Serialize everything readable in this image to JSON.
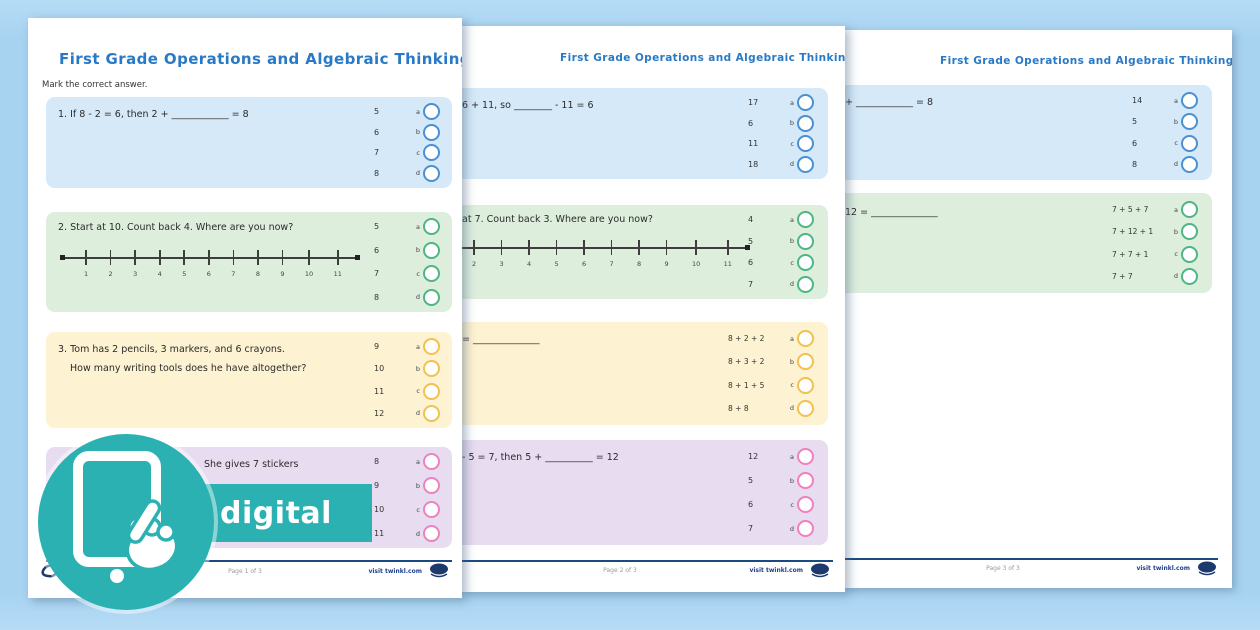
{
  "option_letters": [
    "a",
    "b",
    "c",
    "d"
  ],
  "badge": {
    "label": "digital"
  },
  "colors": {
    "background": "#a7d3f1",
    "teal": "#2cb1b3",
    "title_blue": "#2879c6",
    "box_blue": "#d5e9f8",
    "box_green": "#ddeedd",
    "box_yellow": "#fdf2d1",
    "box_purple": "#e8dcf0",
    "circle_blue": "#4a90d2",
    "circle_green": "#4fb584",
    "circle_yellow": "#f2c14e",
    "circle_pink": "#ee82bc",
    "footer_navy": "#1b4a7e"
  },
  "pages": [
    {
      "title": "First Grade Operations and Algebraic Thinking",
      "instructions": "Mark the correct answer.",
      "footer": {
        "page_label": "Page 1 of 3",
        "link": "visit twinkl.com"
      },
      "questions": [
        {
          "text": "1. If 8 - 2 = 6, then 2 + ____________ = 8",
          "options": [
            "5",
            "6",
            "7",
            "8"
          ]
        },
        {
          "text": "2. Start at 10. Count back 4. Where are you now?",
          "options": [
            "5",
            "6",
            "7",
            "8"
          ],
          "number_line": [
            "1",
            "2",
            "3",
            "4",
            "5",
            "6",
            "7",
            "8",
            "9",
            "10",
            "11"
          ]
        },
        {
          "text": "3.  Tom has 2 pencils, 3 markers, and 6 crayons.",
          "text2": "How many writing tools does he have altogether?",
          "options": [
            "9",
            "10",
            "11",
            "12"
          ]
        },
        {
          "text": "She gives 7 stickers",
          "options": [
            "8",
            "9",
            "10",
            "11"
          ]
        }
      ]
    },
    {
      "title": "First Grade Operations and Algebraic Thinking",
      "footer": {
        "page_label": "Page 2 of 3",
        "link": "visit twinkl.com"
      },
      "questions": [
        {
          "text": "6 + 11, so ________ - 11 = 6",
          "options": [
            "17",
            "6",
            "11",
            "18"
          ]
        },
        {
          "text": "at 7. Count back 3. Where are you now?",
          "options": [
            "4",
            "5",
            "6",
            "7"
          ],
          "number_line": [
            "2",
            "3",
            "4",
            "5",
            "6",
            "7",
            "8",
            "9",
            "10",
            "11"
          ]
        },
        {
          "text": "= ______________",
          "options": [
            "8 + 2 + 2",
            "8 + 3 + 2",
            "8 + 1 + 5",
            "8 + 8"
          ]
        },
        {
          "text": "- 5 = 7, then 5 + __________ = 12",
          "options": [
            "12",
            "5",
            "6",
            "7"
          ]
        }
      ]
    },
    {
      "title": "First Grade Operations and Algebraic Thinking",
      "footer": {
        "page_label": "Page 3 of 3",
        "link": "visit twinkl.com"
      },
      "questions": [
        {
          "text": "+ ____________ = 8",
          "options": [
            "14",
            "5",
            "6",
            "8"
          ]
        },
        {
          "text": "12 = ______________",
          "options": [
            "7 + 5 + 7",
            "7 + 12 + 1",
            "7 + 7 + 1",
            "7 + 7"
          ]
        }
      ]
    }
  ]
}
